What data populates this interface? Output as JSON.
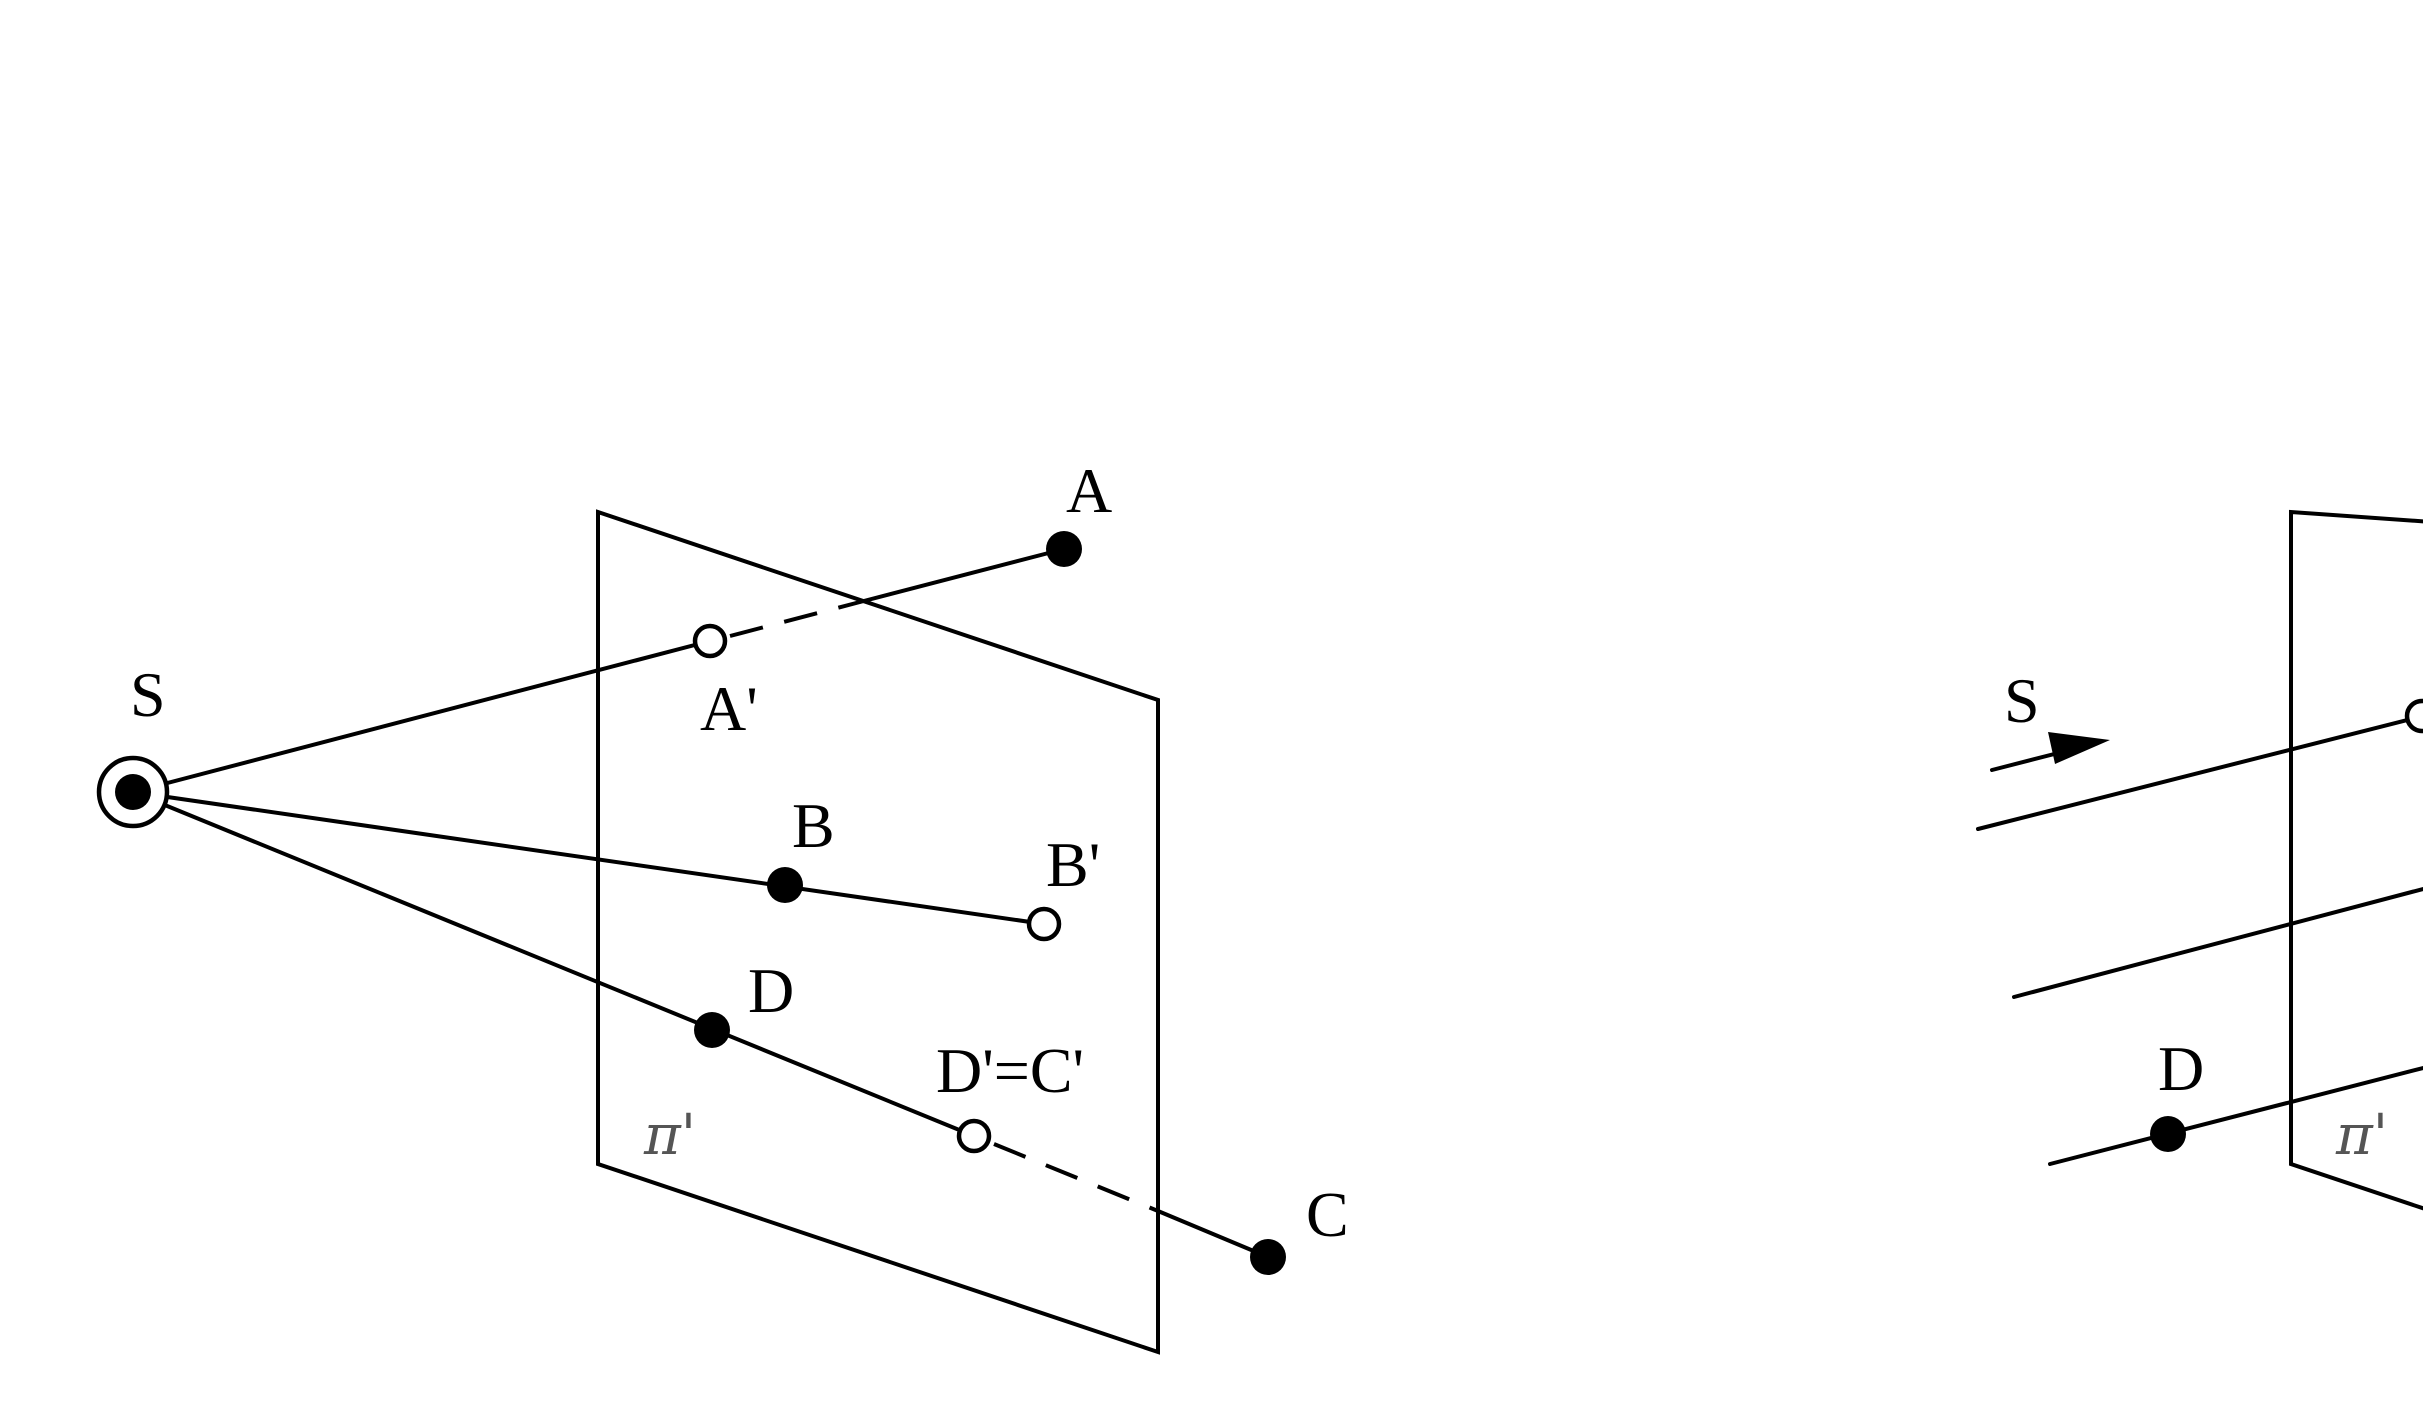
{
  "left_figure": {
    "labels": {
      "S": "S",
      "A": "A",
      "A_prime": "A'",
      "B": "B",
      "B_prime": "B'",
      "D": "D",
      "DC_prime": "D'=C'",
      "C": "C",
      "plane": "π'"
    }
  },
  "right_figure": {
    "labels": {
      "S": "S",
      "D": "D",
      "plane": "π'"
    }
  }
}
